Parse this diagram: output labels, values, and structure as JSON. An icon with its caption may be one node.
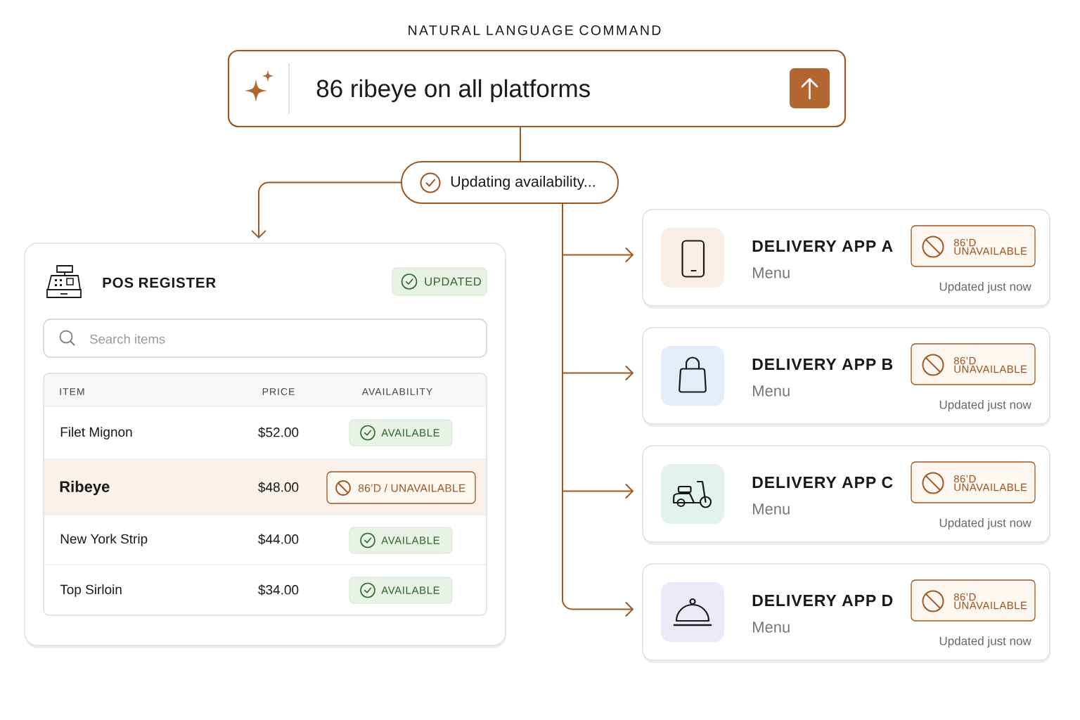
{
  "diagram": {
    "title": "NATURAL LANGUAGE COMMAND",
    "nodes": [
      {
        "text": [
          "86 ribeye on all platforms"
        ]
      },
      {
        "text": [
          "Updating availability..."
        ]
      },
      {
        "text": [
          "POS REGISTER"
        ]
      },
      {
        "text": [
          "UPDATED"
        ],
        "in": 2
      },
      {
        "text": [
          "Search items"
        ],
        "in": 2
      },
      {
        "text": [
          "AVAILABLE"
        ],
        "in": 2
      },
      {
        "text": [
          "86’D / UNAVAILABLE"
        ],
        "in": 2
      },
      {
        "text": [
          "AVAILABLE"
        ],
        "in": 2
      },
      {
        "text": [
          "AVAILABLE"
        ],
        "in": 2
      },
      {
        "text": [
          "DELIVERY APP A",
          "Menu",
          "Updated just now"
        ]
      },
      {
        "text": [
          "86’D UNAVAILABLE"
        ],
        "in": 9
      },
      {
        "text": [
          "DELIVERY APP B",
          "Menu",
          "Updated just now"
        ]
      },
      {
        "text": [
          "86’D UNAVAILABLE"
        ],
        "in": 11
      },
      {
        "text": [
          "DELIVERY APP C",
          "Menu",
          "Updated just now"
        ]
      },
      {
        "text": [
          "86’D UNAVAILABLE"
        ],
        "in": 13
      },
      {
        "text": [
          "DELIVERY APP D",
          "Menu",
          "Updated just now"
        ]
      },
      {
        "text": [
          "86’D UNAVAILABLE"
        ],
        "in": 15
      }
    ],
    "edges": [
      {
        "from": 0,
        "to": 1,
        "arrow": "none"
      },
      {
        "from": 1,
        "to": 2,
        "arrow": "to"
      },
      {
        "from": 1,
        "to": 9,
        "arrow": "to"
      },
      {
        "from": 1,
        "to": 11,
        "arrow": "to"
      },
      {
        "from": 1,
        "to": 13,
        "arrow": "to"
      },
      {
        "from": 1,
        "to": 15,
        "arrow": "to"
      }
    ],
    "labels": [
      "ITEM",
      "PRICE",
      "AVAILABILITY",
      "Filet Mignon",
      "$52.00",
      "Ribeye",
      "$48.00",
      "New York Strip",
      "$44.00",
      "Top Sirloin",
      "$34.00"
    ]
  }
}
